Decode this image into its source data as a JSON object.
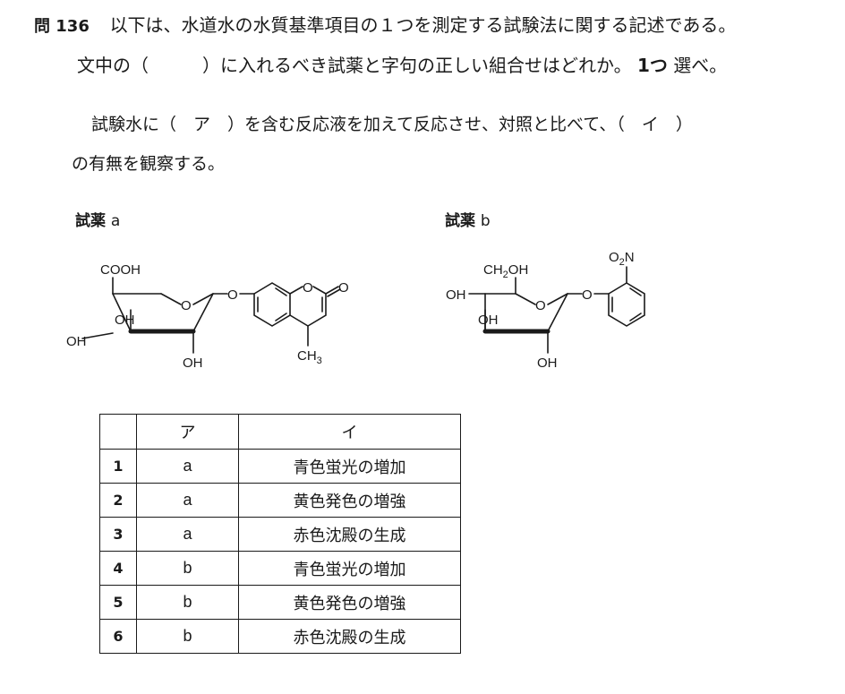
{
  "question": {
    "number": "問 136",
    "line1": "以下は、水道水の水質基準項目の１つを測定する試験法に関する記述である。",
    "line2_a": "文中の（　　　）に入れるべき試薬と字句の正しい組合せはどれか。",
    "line2_b": "1つ",
    "line2_c": "選べ。"
  },
  "statement": {
    "line1": "試験水に（　ア　）を含む反応液を加えて反応させ、対照と比べて、（　イ　）",
    "line2": "の有無を観察する。"
  },
  "reagents": {
    "a": {
      "label": "試薬",
      "letter": "a",
      "cooh": "COOH",
      "o_ring": "O",
      "oh1": "OH",
      "oh2": "OH",
      "oh3": "OH",
      "o_link": "O",
      "o_lactone": "O",
      "o_carbonyl": "O",
      "ch3": "CH",
      "ch3_sub": "3"
    },
    "b": {
      "label": "試薬",
      "letter": "b",
      "ch2oh_a": "CH",
      "ch2oh_sub": "2",
      "ch2oh_b": "OH",
      "o_ring": "O",
      "oh1": "OH",
      "oh2": "OH",
      "oh3": "OH",
      "o_link": "O",
      "no2_a": "O",
      "no2_sub": "2",
      "no2_b": "N"
    }
  },
  "table": {
    "headers": [
      "",
      "ア",
      "イ"
    ],
    "rows": [
      {
        "num": "1",
        "a": "a",
        "i": "青色蛍光の増加"
      },
      {
        "num": "2",
        "a": "a",
        "i": "黄色発色の増強"
      },
      {
        "num": "3",
        "a": "a",
        "i": "赤色沈殿の生成"
      },
      {
        "num": "4",
        "a": "b",
        "i": "青色蛍光の増加"
      },
      {
        "num": "5",
        "a": "b",
        "i": "黄色発色の増強"
      },
      {
        "num": "6",
        "a": "b",
        "i": "赤色沈殿の生成"
      }
    ]
  }
}
